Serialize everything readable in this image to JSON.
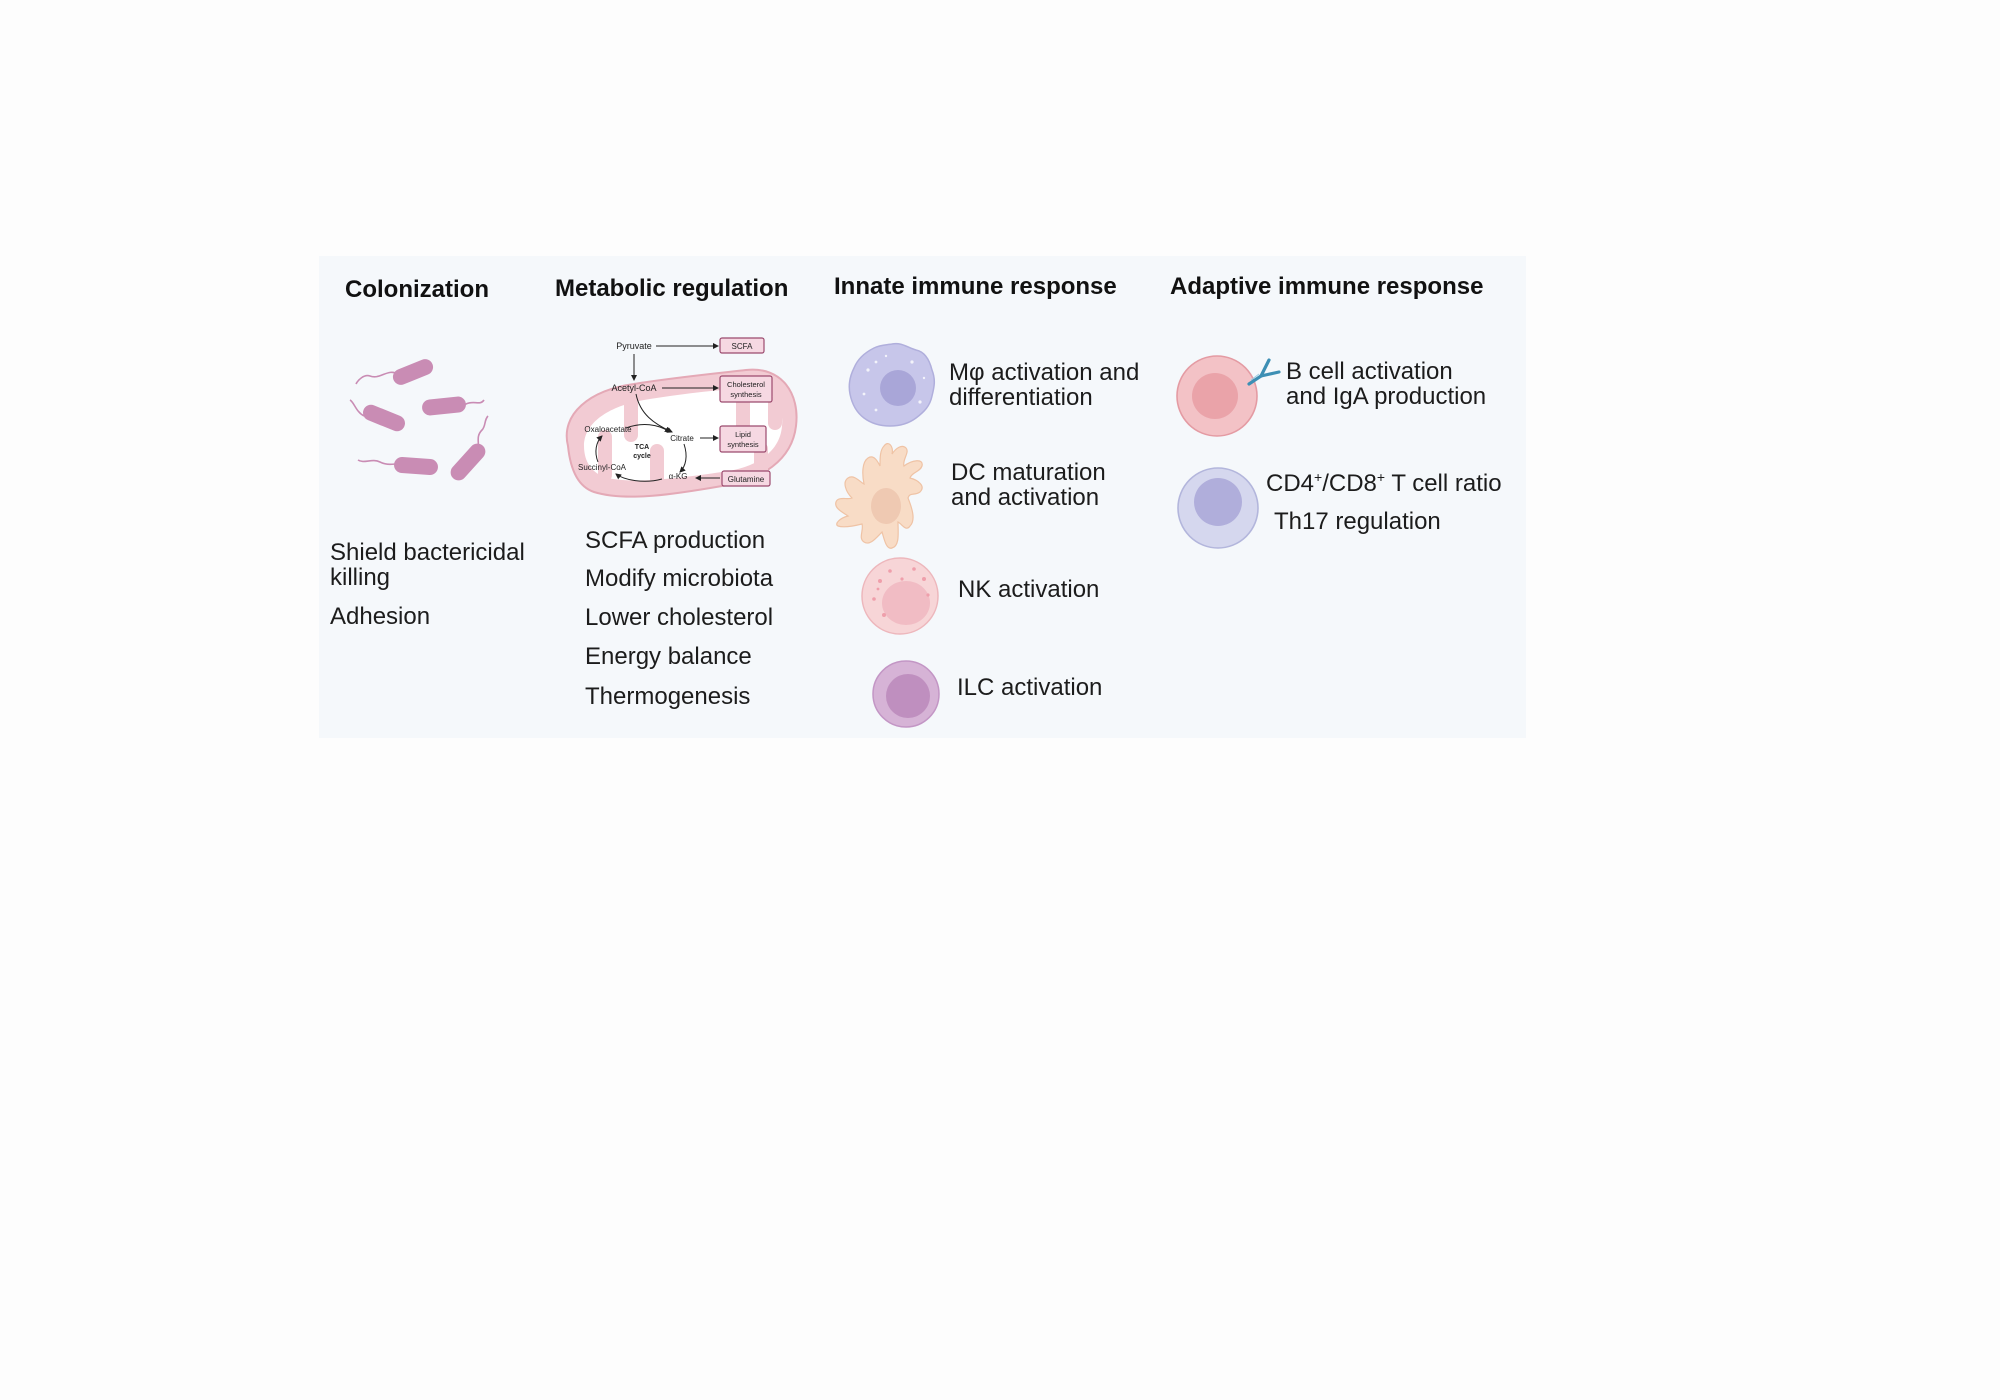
{
  "columns": {
    "colonization": {
      "title": "Colonization",
      "items": [
        "Shield bactericidal killing",
        "Adhesion"
      ]
    },
    "metabolic": {
      "title": "Metabolic regulation",
      "items": [
        "SCFA production",
        "Modify microbiota",
        "Lower cholesterol",
        "Energy balance",
        "Thermogenesis"
      ]
    },
    "innate": {
      "title": "Innate immune response",
      "items": [
        {
          "line1": "Mφ activation and",
          "line2": "differentiation"
        },
        {
          "line1": "DC maturation",
          "line2": "and activation"
        },
        {
          "line1": "NK activation"
        },
        {
          "line1": "ILC activation"
        }
      ]
    },
    "adaptive": {
      "title": "Adaptive immune response",
      "b_cell": {
        "line1": "B cell activation",
        "line2": "and IgA production"
      },
      "t_cell": {
        "ratio_a": "CD4",
        "sup_a": "+",
        "ratio_mid": "/CD8",
        "sup_b": "+",
        "ratio_end": " T cell ratio",
        "line2": "Th17 regulation"
      }
    }
  },
  "tca": {
    "pyruvate": "Pyruvate",
    "acetyl": "Acetyl-CoA",
    "oxaloacetate": "Oxaloacetate",
    "citrate": "Citrate",
    "succinyl": "Succinyl-CoA",
    "akg": "α-KG",
    "cycle1": "TCA",
    "cycle2": "cycle",
    "scfa": "SCFA",
    "chol1": "Cholesterol",
    "chol2": "synthesis",
    "lipid1": "Lipid",
    "lipid2": "synthesis",
    "glutamine": "Glutamine"
  },
  "colors": {
    "panel_bg": "#f5f8fb",
    "bacteria": "#c98cb4",
    "mitochondria": "#f2cbd3",
    "macrophage": "#c7c6ea",
    "dendritic_cell": "#f8dcc6",
    "nk_cell": "#f7d5d7",
    "ilc": "#d6b3d6",
    "b_cell": "#f3c2c6",
    "t_cell": "#d5d7ee",
    "antibody": "#3d8fb4"
  }
}
